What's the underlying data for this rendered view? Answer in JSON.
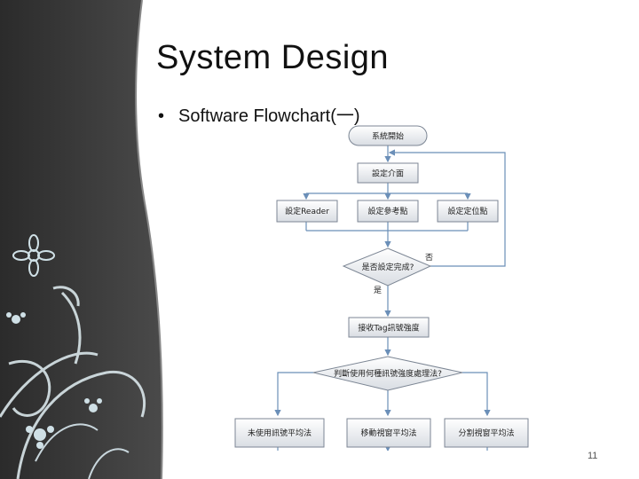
{
  "slide": {
    "title": "System Design",
    "bullet": "Software Flowchart(一)",
    "page_number": "11"
  },
  "flowchart": {
    "start": "系統開始",
    "setup_ui": "設定介面",
    "set_reader": "設定Reader",
    "set_reference": "設定參考點",
    "set_positioning": "設定定位點",
    "decision_setup_done": "是否設定完成?",
    "no_label": "否",
    "yes_label": "是",
    "receive_tag": "接收Tag訊號強度",
    "decision_method": "判斷使用何種訊號強度處理法?",
    "method_unused": "未使用訊號平均法",
    "method_moving": "移動視窗平均法",
    "method_split": "分割視窗平均法"
  },
  "colors": {
    "node_fill_top": "#ffffff",
    "node_fill_bottom": "#d9dde3",
    "node_stroke": "#7c8694",
    "arrow": "#6b8fb8",
    "side_panel": "#3a3a3a"
  }
}
